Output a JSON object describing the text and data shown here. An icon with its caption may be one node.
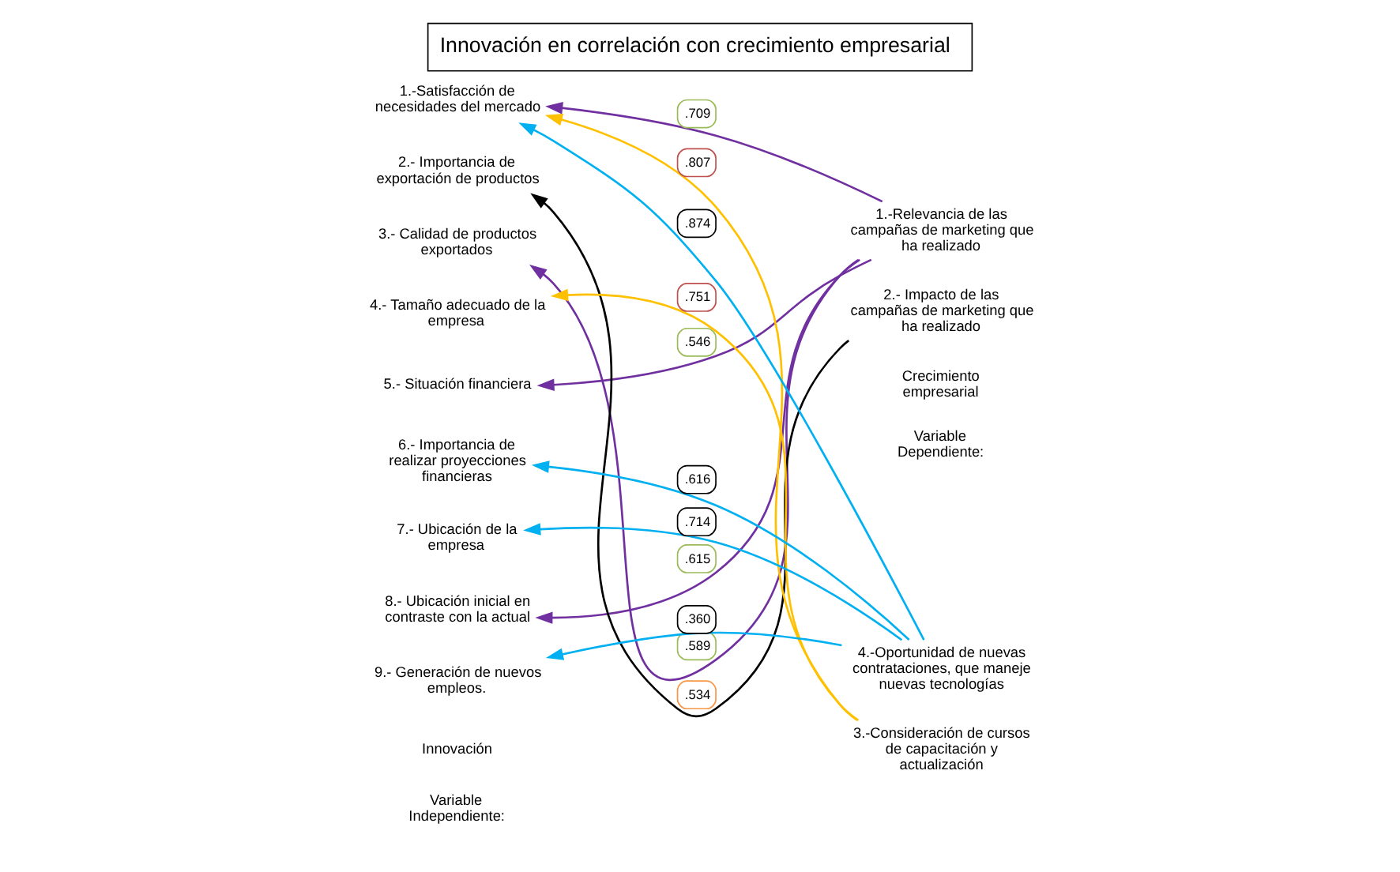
{
  "diagram": {
    "title": "Innovación en correlación con crecimiento empresarial",
    "nodes": [
      {
        "text": [
          "1.-Relevancia de las campañas de marketing que ha realizado"
        ]
      },
      {
        "text": [
          "2.- Impacto de las campañas de marketing que ha realizado"
        ]
      },
      {
        "text": [
          "3.-Consideración de cursos de capacitación y actualización"
        ]
      },
      {
        "text": [
          "4.-Oportunidad de nuevas contrataciones, que maneje nuevas tecnologías"
        ]
      },
      {
        "text": [
          "1.-Satisfacción de necesidades del mercado"
        ]
      },
      {
        "text": [
          "2.- Importancia de exportación de productos"
        ]
      },
      {
        "text": [
          "3.- Calidad de productos exportados"
        ]
      },
      {
        "text": [
          "4.- Tamaño adecuado de la empresa"
        ]
      },
      {
        "text": [
          "5.- Situación financiera"
        ]
      },
      {
        "text": [
          "6.- Importancia de realizar proyecciones financieras"
        ]
      },
      {
        "text": [
          "7.- Ubicación de la empresa"
        ]
      },
      {
        "text": [
          "8.- Ubicación inicial en contraste con la actual"
        ]
      },
      {
        "text": [
          "9.- Generación de nuevos empleos."
        ]
      }
    ],
    "edges": [
      {
        "from": 0,
        "to": 4,
        "arrow": "to",
        "label": ".709",
        "color": "#7030a0"
      },
      {
        "from": 0,
        "to": 6,
        "arrow": "to",
        "label": ".589",
        "color": "#7030a0"
      },
      {
        "from": 0,
        "to": 8,
        "arrow": "to",
        "label": ".546",
        "color": "#7030a0"
      },
      {
        "from": 0,
        "to": 11,
        "arrow": "to",
        "label": ".615",
        "color": "#7030a0"
      },
      {
        "from": 1,
        "to": 5,
        "arrow": "to",
        "label": ".534",
        "color": "#000000"
      },
      {
        "from": 2,
        "to": 4,
        "arrow": "to",
        "label": ".807",
        "color": "#ffc000"
      },
      {
        "from": 2,
        "to": 7,
        "arrow": "to",
        "label": ".751",
        "color": "#ffc000"
      },
      {
        "from": 3,
        "to": 4,
        "arrow": "to",
        "label": ".874",
        "color": "#00b0f0"
      },
      {
        "from": 3,
        "to": 9,
        "arrow": "to",
        "label": ".616",
        "color": "#00b0f0"
      },
      {
        "from": 3,
        "to": 10,
        "arrow": "to",
        "label": ".714",
        "color": "#00b0f0"
      },
      {
        "from": 3,
        "to": 12,
        "arrow": "to",
        "label": ".360",
        "color": "#00b0f0"
      }
    ],
    "labels": [
      "Variable Independiente:",
      "Innovación",
      "Variable Dependiente:",
      "Crecimiento empresarial"
    ]
  }
}
